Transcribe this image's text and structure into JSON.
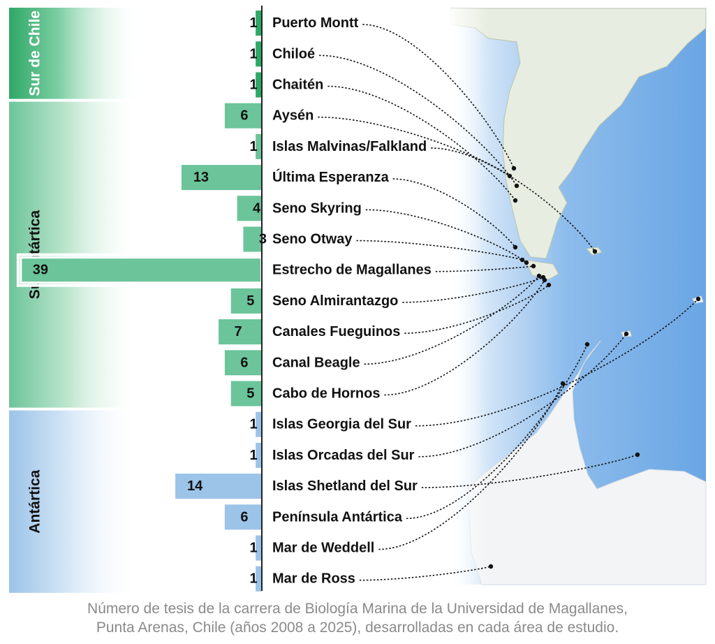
{
  "chart_data": {
    "type": "bar",
    "orientation": "horizontal",
    "groups": [
      {
        "name": "Sur de Chile",
        "color": "#2ea866",
        "categories": [
          "Puerto Montt",
          "Chiloé",
          "Chaitén"
        ]
      },
      {
        "name": "Subantártica",
        "color": "#6cc49a",
        "categories": [
          "Aysén",
          "Islas Malvinas/Falkland",
          "Última Esperanza",
          "Seno Skyring",
          "Seno Otway",
          "Estrecho de Magallanes",
          "Seno Almirantazgo",
          "Canales Fueguinos",
          "Canal Beagle",
          "Cabo de Hornos"
        ]
      },
      {
        "name": "Antártica",
        "color": "#9cc3e8",
        "categories": [
          "Islas Georgia del Sur",
          "Islas Orcadas del Sur",
          "Islas Shetland del Sur",
          "Península Antártica",
          "Mar de Weddell",
          "Mar de Ross"
        ]
      }
    ],
    "categories": [
      "Puerto Montt",
      "Chiloé",
      "Chaitén",
      "Aysén",
      "Islas Malvinas/Falkland",
      "Última Esperanza",
      "Seno Skyring",
      "Seno Otway",
      "Estrecho de Magallanes",
      "Seno Almirantazgo",
      "Canales Fueguinos",
      "Canal Beagle",
      "Cabo de Hornos",
      "Islas Georgia del Sur",
      "Islas Orcadas del Sur",
      "Islas Shetland del Sur",
      "Península Antártica",
      "Mar de Weddell",
      "Mar de Ross"
    ],
    "values": [
      1,
      1,
      1,
      6,
      1,
      13,
      4,
      3,
      39,
      5,
      7,
      6,
      5,
      1,
      1,
      14,
      6,
      1,
      1
    ],
    "group_of_category": [
      0,
      0,
      0,
      1,
      1,
      1,
      1,
      1,
      1,
      1,
      1,
      1,
      1,
      2,
      2,
      2,
      2,
      2,
      2
    ],
    "highlighted_category": "Estrecho de Magallanes",
    "background": "map of southern South America and the Antarctic Peninsula",
    "colors": {
      "sur": "#2ea866",
      "sub": "#6cc49a",
      "ant": "#9cc3e8",
      "ocean": "#6aa6e4",
      "land": "#e6ece0",
      "ice": "#f2f4f6"
    }
  },
  "caption": {
    "line1": "Número de tesis de la carrera de Biología Marina de la Universidad de Magallanes,",
    "line2": "Punta Arenas, Chile (años 2008 a 2025), desarrolladas en cada área de estudio."
  }
}
